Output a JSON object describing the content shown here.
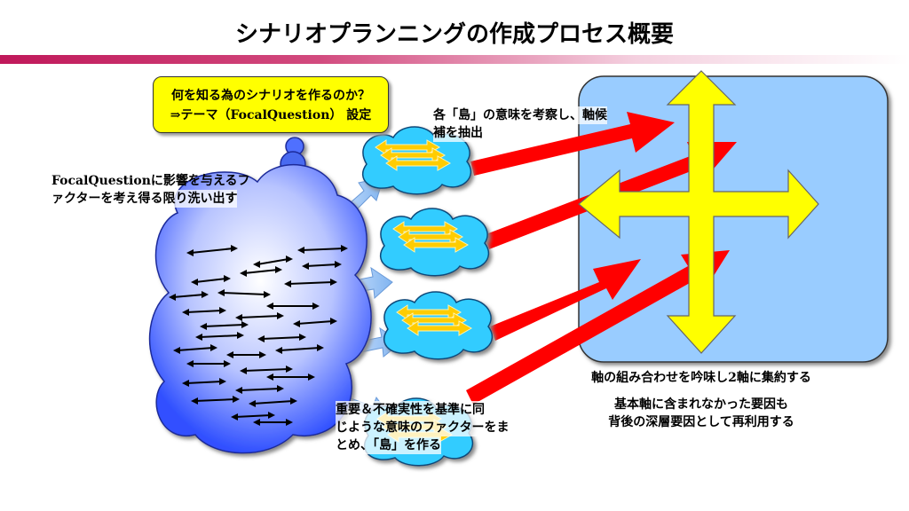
{
  "title": "シナリオプランニングの作成プロセス概要",
  "theme_box": {
    "line1": "何を知る為のシナリオを作るのか？",
    "line2": "⇒テーマ（FocalQuestion） 設定"
  },
  "factors_label": {
    "line1": "FocalQuestionに影響を与えるフ",
    "line2": "ァクターを考え得る限り洗い出す"
  },
  "axis_candidates_label": {
    "line1": "各「島」の意味を考察し、軸候",
    "line2": "補を抽出"
  },
  "islands_label": {
    "line1": "重要＆不確実性を基準に同",
    "line2": "じような意味のファクターをま",
    "line3": "とめ、「島」を作る"
  },
  "aggregate_label": "軸の組み合わせを吟味し2軸に集約する",
  "reuse_label": {
    "line1": "基本軸に含まれなかった要因も",
    "line2": "背後の深層要因として再利用する"
  },
  "colors": {
    "accent": "#c0185a",
    "theme_box": "#ffff00",
    "panel": "#99ccff",
    "red_arrow": "#ff0000",
    "cross": "#ffff00"
  }
}
